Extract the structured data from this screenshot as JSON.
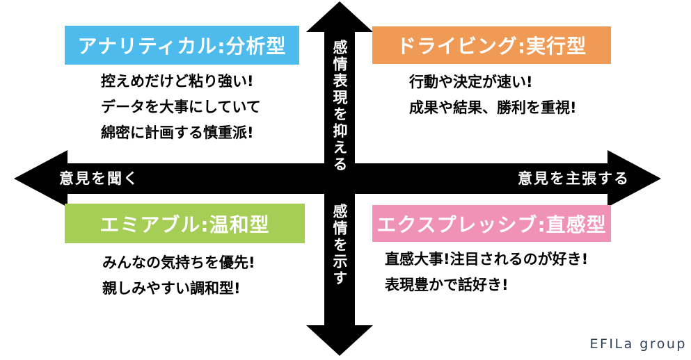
{
  "axes": {
    "vertical_top": "感情表現を抑える",
    "vertical_bottom": "感情を示す",
    "horizontal_left": "意見を聞く",
    "horizontal_right": "意見を主張する"
  },
  "quadrants": [
    {
      "id": "analytical",
      "title": "アナリティカル:分析型",
      "color": "#4DBBEC",
      "lines": [
        "控えめだけど粘り強い!",
        "データを大事にしていて",
        "綿密に計画する慎重派!"
      ]
    },
    {
      "id": "driving",
      "title": "ドライビング:実行型",
      "color": "#EF9B55",
      "lines": [
        "行動や決定が速い!",
        "成果や結果、勝利を重視!"
      ]
    },
    {
      "id": "amiable",
      "title": "エミアブル:温和型",
      "color": "#A6CD55",
      "lines": [
        "みんなの気持ちを優先!",
        "親しみやすい調和型!"
      ]
    },
    {
      "id": "expressive",
      "title": "エクスプレッシブ:直感型",
      "color": "#EF92B5",
      "lines": [
        "直感大事!注目されるのが好き!",
        "表現豊かで話好き!"
      ]
    }
  ],
  "colors": {
    "axis": "#000000",
    "logo_text": "#2F4157",
    "background": "#FFFFFF"
  },
  "logo": "EFILa group"
}
